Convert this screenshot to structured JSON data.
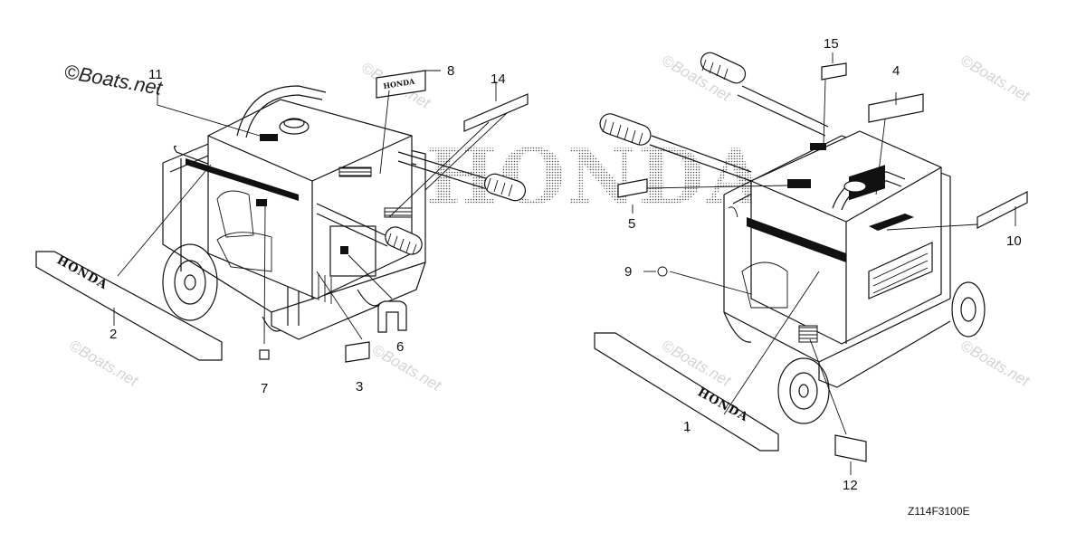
{
  "credit": "©Boats.net",
  "watermark_text": "©Boats.net",
  "brand_text": "HONDA",
  "diagram_code": "Z114F3100E",
  "callouts": {
    "c1": "1",
    "c2": "2",
    "c3": "3",
    "c4": "4",
    "c5": "5",
    "c6": "6",
    "c7": "7",
    "c8": "8",
    "c9": "9",
    "c10": "10",
    "c11": "11",
    "c12": "12",
    "c14": "14",
    "c15": "15"
  },
  "colors": {
    "ink": "#111111",
    "watermark": "#d4d4d4",
    "background": "#ffffff"
  }
}
